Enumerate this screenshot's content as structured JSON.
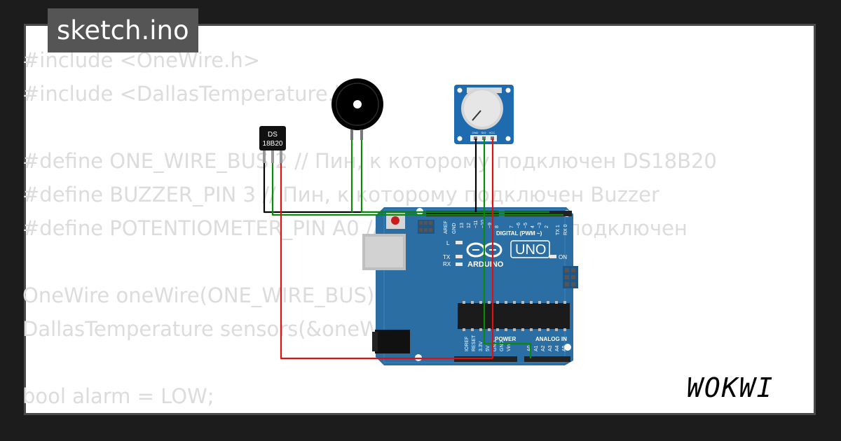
{
  "header": {
    "title": "sketch.ino"
  },
  "code_lines": [
    "#include <OneWire.h>",
    "#include <DallasTemperature.h>",
    "",
    "#define ONE_WIRE_BUS 2 // Пин, к которому подключен DS18B20",
    "#define BUZZER_PIN 3 // Пин, к которому подключен Buzzer",
    "#define POTENTIOMETER_PIN A0 // Пин, к которому подключен",
    "",
    "OneWire oneWire(ONE_WIRE_BUS);",
    "DallasTemperature sensors(&oneWire);",
    "",
    "bool alarm = LOW;"
  ],
  "sensor": {
    "line1": "DS",
    "line2": "18B20"
  },
  "potentiometer": {
    "pins": [
      "GND",
      "SIG",
      "VCC"
    ]
  },
  "arduino": {
    "brand": "ARDUINO",
    "model": "UNO",
    "digital_label": "DIGITAL (PWM ~)",
    "power_label": "POWER",
    "analog_label": "ANALOG IN",
    "led_l": "L",
    "led_tx": "TX",
    "led_rx": "RX",
    "led_on": "ON",
    "digital_pins": [
      "AREF",
      "GND",
      "13",
      "12",
      "~11",
      "~10",
      "~9",
      "8",
      "7",
      "~6",
      "~5",
      "4",
      "~3",
      "2",
      "TX 1",
      "RX 0"
    ],
    "power_pins": [
      "IOREF",
      "RESET",
      "3.3V",
      "5V",
      "GND",
      "GND",
      "Vin"
    ],
    "analog_pins": [
      "A0",
      "A1",
      "A2",
      "A3",
      "A4",
      "A5"
    ]
  },
  "logo": {
    "text": "WOKWI"
  },
  "colors": {
    "board": "#2b6ea4",
    "board_dark": "#1f5686",
    "wire_green": "#0a8a0a",
    "wire_red": "#e01010",
    "wire_black": "#000000",
    "pot_board": "#1f6bb0",
    "title_bg": "#555555"
  }
}
